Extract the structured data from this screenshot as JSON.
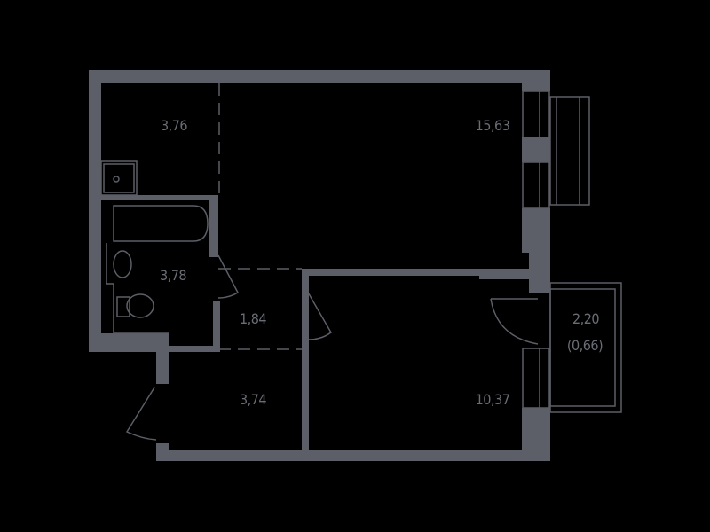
{
  "plan": {
    "type": "apartment-floor-plan",
    "colors": {
      "background": "#000000",
      "wall": "#5c5f67",
      "fixture": "#5c5f67",
      "label": "#6a6d75"
    },
    "rooms": [
      {
        "id": "kitchen",
        "area": "3,76"
      },
      {
        "id": "living-room",
        "area": "15,63"
      },
      {
        "id": "bathroom",
        "area": "3,78"
      },
      {
        "id": "hall-small",
        "area": "1,84"
      },
      {
        "id": "entrance-hall",
        "area": "3,74"
      },
      {
        "id": "bedroom",
        "area": "10,37"
      },
      {
        "id": "balcony",
        "area": "2,20",
        "reduced_area": "(0,66)"
      }
    ]
  }
}
